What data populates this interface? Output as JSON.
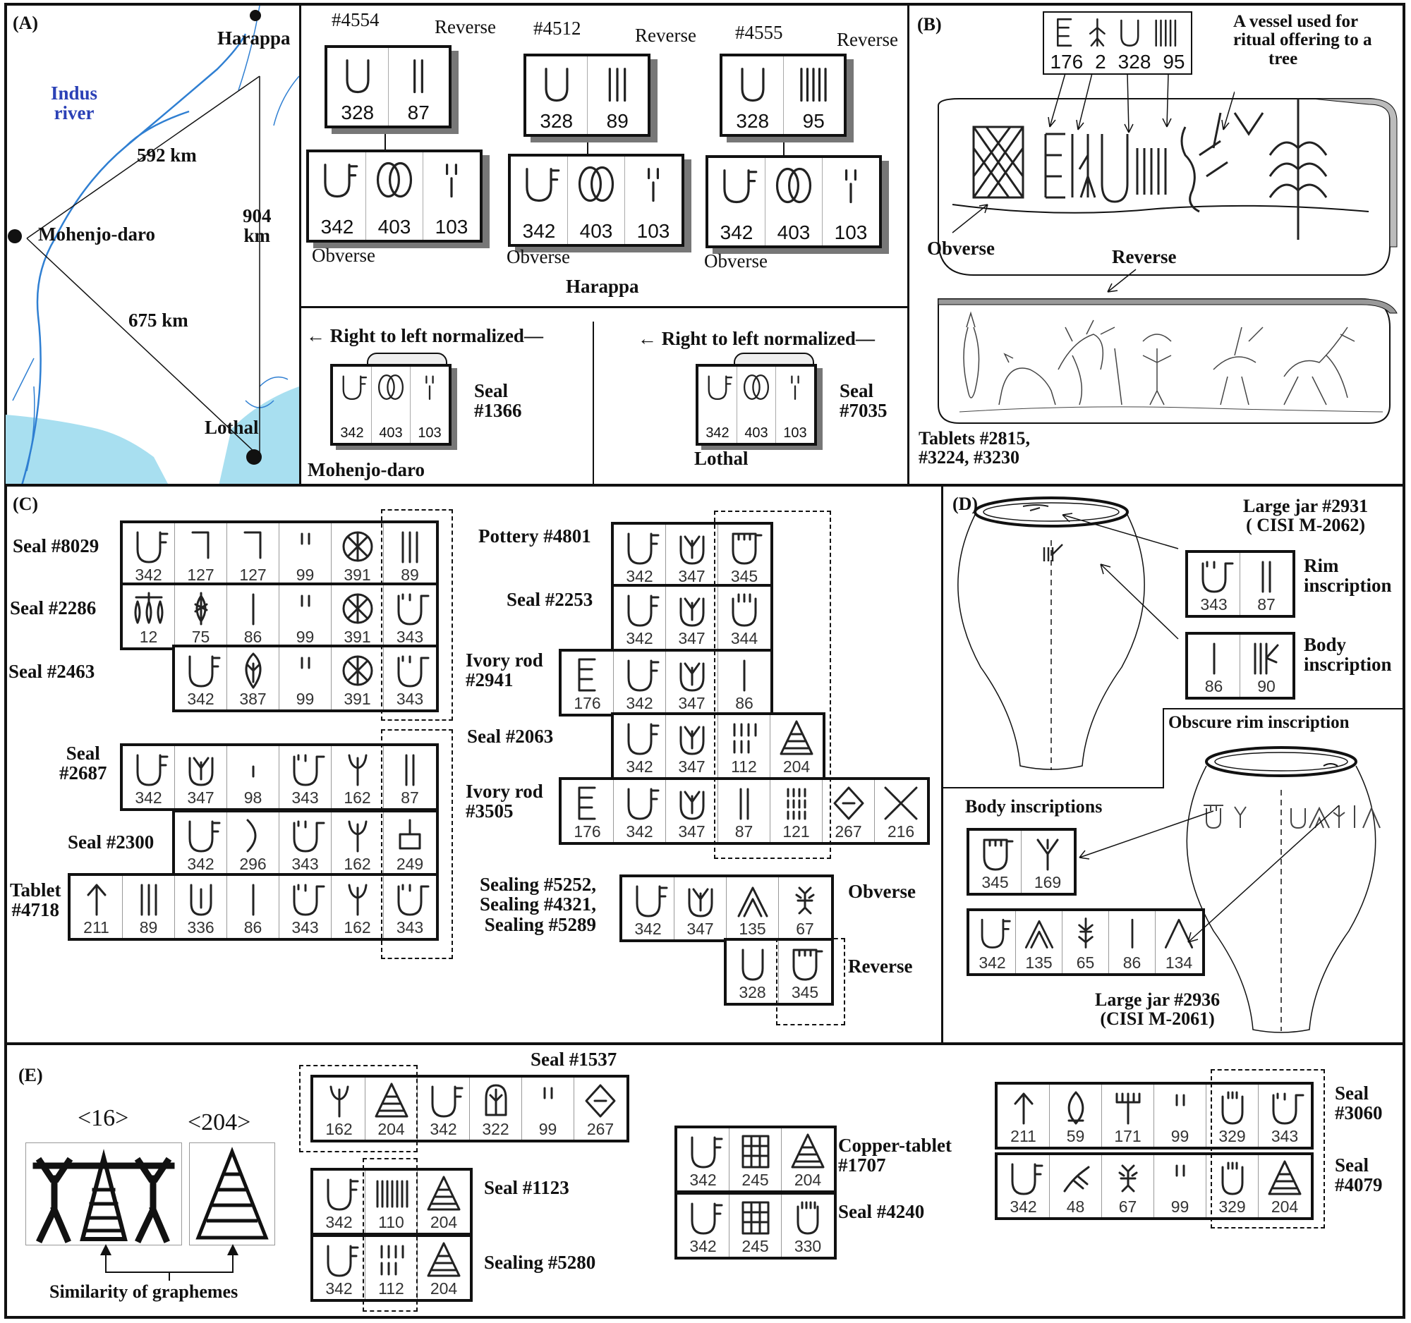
{
  "panels": {
    "a": "(A)",
    "b": "(B)",
    "c": "(C)",
    "d": "(D)",
    "e": "(E)"
  },
  "map": {
    "river_line1": "Indus",
    "river_line2": "river",
    "harappa": "Harappa",
    "mohenjo": "Mohenjo-daro",
    "lothal": "Lothal",
    "d1": "592 km",
    "d2_line1": "904",
    "d2_line2": "km",
    "d3": "675 km"
  },
  "harappa_tablets": {
    "ids": [
      "#4554",
      "#4512",
      "#4555"
    ],
    "reverse": "Reverse",
    "obverse": "Obverse",
    "caption": "Harappa",
    "reverse_nums": [
      [
        "328",
        "87"
      ],
      [
        "328",
        "89"
      ],
      [
        "328",
        "95"
      ]
    ],
    "obverse_nums": [
      "342",
      "403",
      "103"
    ]
  },
  "normalized": {
    "text": "Right to left  normalized",
    "seal1_line1": "Seal",
    "seal1_line2": "#1366",
    "site1": "Mohenjo-daro",
    "seal2_line1": "Seal",
    "seal2_line2": "#7035",
    "site2": "Lothal"
  },
  "panel_b": {
    "header_nums": [
      "176",
      "2",
      "328",
      "95"
    ],
    "vessel_line1": "A vessel used for",
    "vessel_line2": "ritual offering to a",
    "vessel_line3": "tree",
    "obverse": "Obverse",
    "reverse": "Reverse",
    "tablets_line1": "Tablets #2815,",
    "tablets_line2": "#3224, #3230"
  },
  "panel_c": {
    "left_top": [
      {
        "label": "Seal #8029",
        "nums": [
          "342",
          "127",
          "127",
          "99",
          "391",
          "89"
        ]
      },
      {
        "label": "Seal #2286",
        "nums": [
          "12",
          "75",
          "86",
          "99",
          "391",
          "343"
        ]
      },
      {
        "label": "Seal #2463",
        "nums": [
          "342",
          "387",
          "99",
          "391",
          "343"
        ]
      }
    ],
    "left_bottom": [
      {
        "label_line1": "Seal",
        "label_line2": "#2687",
        "nums": [
          "342",
          "347",
          "98",
          "343",
          "162",
          "87"
        ]
      },
      {
        "label": "Seal #2300",
        "nums": [
          "342",
          "296",
          "343",
          "162",
          "249"
        ]
      },
      {
        "label_line1": "Tablet",
        "label_line2": "#4718",
        "nums": [
          "211",
          "89",
          "336",
          "86",
          "343",
          "162",
          "343"
        ]
      }
    ],
    "right": [
      {
        "label": "Pottery #4801",
        "nums": [
          "342",
          "347",
          "345"
        ]
      },
      {
        "label": "Seal #2253",
        "nums": [
          "342",
          "347",
          "344"
        ]
      },
      {
        "label_line1": "Ivory rod",
        "label_line2": "#2941",
        "nums": [
          "176",
          "342",
          "347",
          "86"
        ]
      },
      {
        "label": "Seal #2063",
        "nums": [
          "342",
          "347",
          "112",
          "204"
        ]
      },
      {
        "label_line1": "Ivory rod",
        "label_line2": "#3505",
        "nums": [
          "176",
          "342",
          "347",
          "87",
          "121",
          "267",
          "216"
        ]
      }
    ],
    "sealing_line1": "Sealing #5252,",
    "sealing_line2": "Sealing #4321,",
    "sealing_line3": "Sealing #5289",
    "sealing_obverse": [
      "342",
      "347",
      "135",
      "67"
    ],
    "sealing_reverse": [
      "328",
      "345"
    ],
    "obverse": "Obverse",
    "reverse": "Reverse"
  },
  "panel_d": {
    "jar1_line1": "Large jar #2931",
    "jar1_line2": "( CISI M-2062)",
    "rim_line1": "Rim",
    "rim_line2": "inscription",
    "rim_nums": [
      "343",
      "87"
    ],
    "body_line1": "Body",
    "body_line2": "inscription",
    "body_nums": [
      "86",
      "90"
    ],
    "obscure": "Obscure rim inscription",
    "body_inscriptions": "Body inscriptions",
    "bi1_nums": [
      "345",
      "169"
    ],
    "bi2_nums": [
      "342",
      "135",
      "65",
      "86",
      "134"
    ],
    "jar2_line1": "Large jar #2936",
    "jar2_line2": "(CISI M-2061)"
  },
  "panel_e": {
    "g16": "<16>",
    "g204": "<204>",
    "similarity": "Similarity of graphemes",
    "seal1537": "Seal #1537",
    "seal1537_nums": [
      "162",
      "204",
      "342",
      "322",
      "99",
      "267"
    ],
    "seal1123": "Seal #1123",
    "seal1123_nums": [
      "342",
      "110",
      "204"
    ],
    "sealing5280": "Sealing #5280",
    "sealing5280_nums": [
      "342",
      "112",
      "204"
    ],
    "copper_line1": "Copper-tablet",
    "copper_line2": "#1707",
    "copper_nums": [
      "342",
      "245",
      "204"
    ],
    "seal4240": "Seal #4240",
    "seal4240_nums": [
      "342",
      "245",
      "330"
    ],
    "seal3060_line1": "Seal",
    "seal3060_line2": "#3060",
    "seal3060_nums": [
      "211",
      "59",
      "171",
      "99",
      "329",
      "343"
    ],
    "seal4079_line1": "Seal",
    "seal4079_line2": "#4079",
    "seal4079_nums": [
      "342",
      "48",
      "67",
      "99",
      "329",
      "204"
    ]
  }
}
